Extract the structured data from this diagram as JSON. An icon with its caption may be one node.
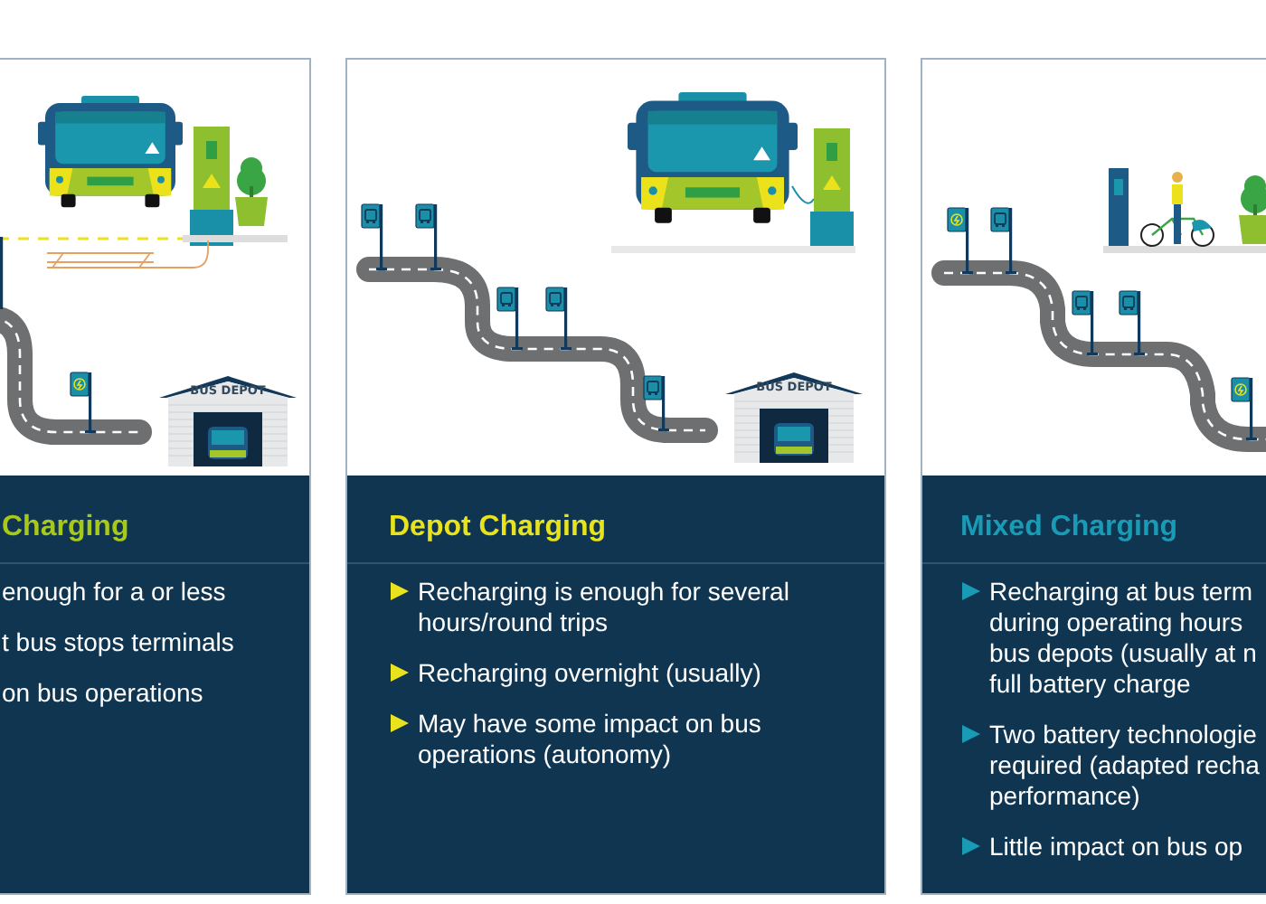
{
  "diagram": {
    "nodes": [
      {
        "text": [
          "Charging",
          "enough for a or less",
          "t bus stops terminals",
          "on bus operations"
        ]
      },
      {
        "text": [
          "BUS DEPOT"
        ],
        "in": 0
      },
      {
        "text": [
          "Depot Charging",
          "Recharging is enough for several hours/round trips",
          "Recharging overnight (usually)",
          "May have some impact on bus operations (autonomy)"
        ]
      },
      {
        "text": [
          "BUS DEPOT"
        ],
        "in": 2
      },
      {
        "text": [
          "Mixed Charging",
          "Recharging at bus term during operating hours bus depots (usually at n full battery charge",
          "Two battery technologie required (adapted recha performance)",
          "Little impact on bus op"
        ]
      }
    ]
  }
}
